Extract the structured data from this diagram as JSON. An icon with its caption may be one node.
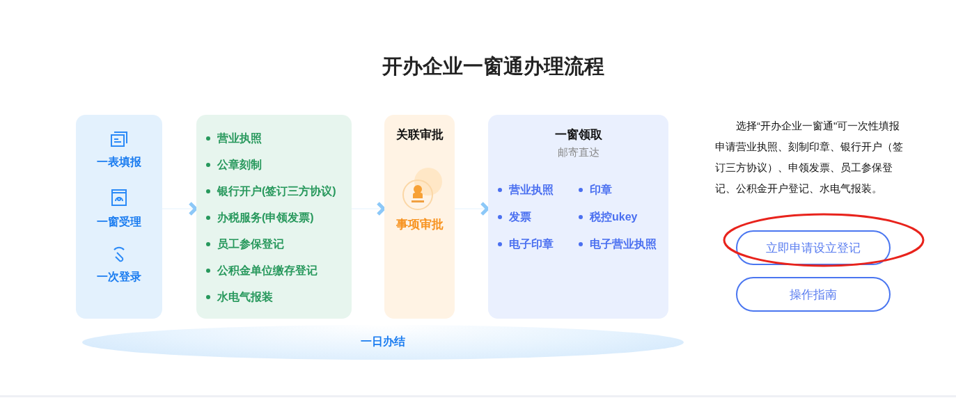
{
  "diagram": {
    "title": "开办企业一窗通办理流程",
    "nodes": [
      {
        "text": [
          "一表填报",
          "一窗受理",
          "一次登录"
        ]
      },
      {
        "text": [
          "营业执照",
          "公章刻制",
          "银行开户(签订三方协议)",
          "办税服务(申领发票)",
          "员工参保登记",
          "公积金单位缴存登记",
          "水电气报装"
        ]
      },
      {
        "text": [
          "关联审批",
          "事项审批"
        ]
      },
      {
        "text": [
          "一窗领取",
          "邮寄直达",
          "营业执照",
          "印章",
          "发票",
          "税控ukey",
          "电子印章",
          "电子营业执照"
        ]
      },
      {
        "text": [
          "一日办结"
        ]
      },
      {
        "text": [
          "立即申请设立登记"
        ]
      },
      {
        "text": [
          "操作指南"
        ]
      }
    ],
    "edges": [
      {
        "from": 0,
        "to": 1,
        "arrow": "to"
      },
      {
        "from": 1,
        "to": 2,
        "arrow": "to"
      },
      {
        "from": 2,
        "to": 3,
        "arrow": "to"
      }
    ],
    "labels": [
      "选择“开办企业一窗通\"可一次性填报申请营业执照、刻制印章、银行开户（签订三方协议）、申领发票、员工参保登记、公积金开户登记、水电气报装。"
    ]
  }
}
